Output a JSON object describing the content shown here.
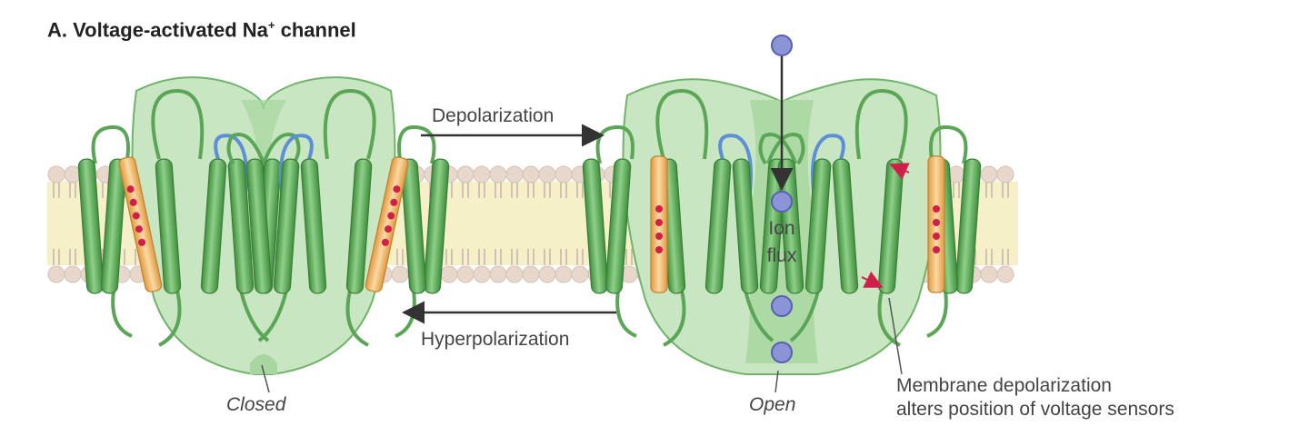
{
  "title": {
    "main": "A. Voltage-activated Na",
    "sup": "+",
    "tail": " channel"
  },
  "arrows": {
    "forward": "Depolarization",
    "reverse": "Hyperpolarization"
  },
  "states": {
    "closed": "Closed",
    "open": "Open"
  },
  "pore": {
    "line1": "Ion",
    "line2": "flux"
  },
  "annotation": {
    "line1": "Membrane depolarization",
    "line2": "alters position of voltage sensors"
  },
  "colors": {
    "membrane_core": "#f5f0c8",
    "lipid_head": "#e8d8cc",
    "channel_fill": "#c9e6c2",
    "channel_stroke": "#5aa656",
    "helix": "#5cb35a",
    "sensor": "#f2b366",
    "charge": "#d0204a",
    "loop_blue": "#5c8fd6",
    "ion": "#8a94d6"
  }
}
